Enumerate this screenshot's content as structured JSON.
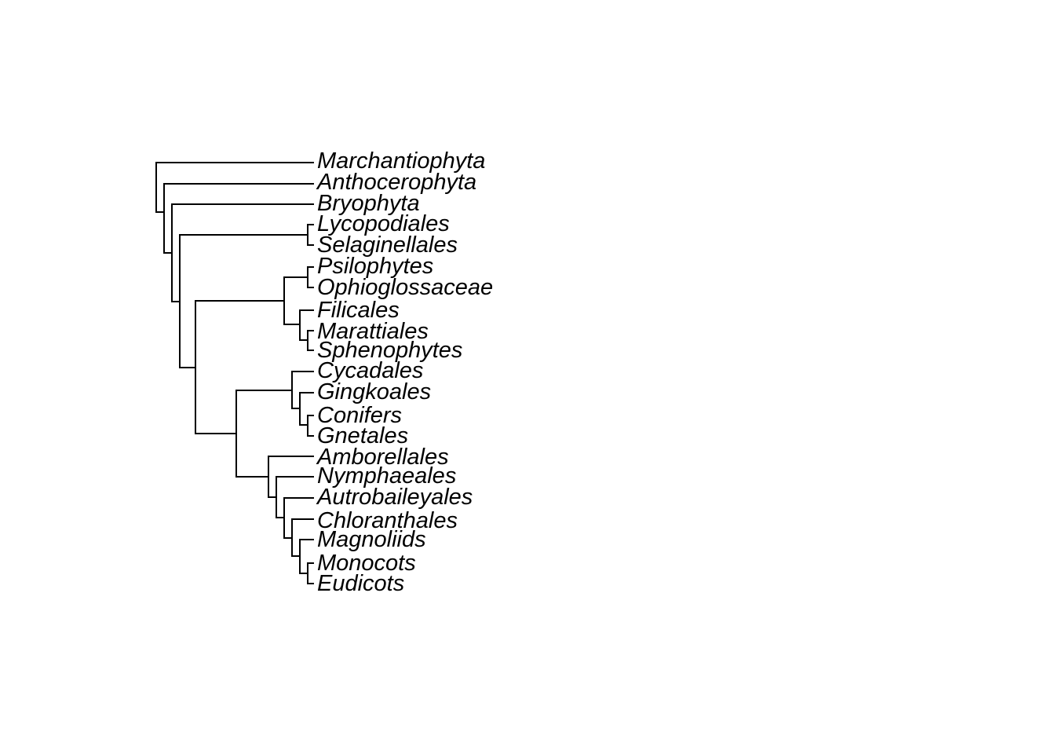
{
  "diagram": {
    "type": "phylogenetic-tree",
    "line_color": "#000000",
    "label_style": "italic",
    "tips": [
      "Marchantiophyta",
      "Anthocerophyta",
      "Bryophyta",
      "Lycopodiales",
      "Selaginellales",
      "Psilophytes",
      "Ophioglossaceae",
      "Filicales",
      "Marattiales",
      "Sphenophytes",
      "Cycadales",
      "Gingkoales",
      "Conifers",
      "Gnetales",
      "Amborellales",
      "Nymphaeales",
      "Autrobaileyales",
      "Chloranthales",
      "Magnoliids",
      "Monocots",
      "Eudicots"
    ]
  }
}
